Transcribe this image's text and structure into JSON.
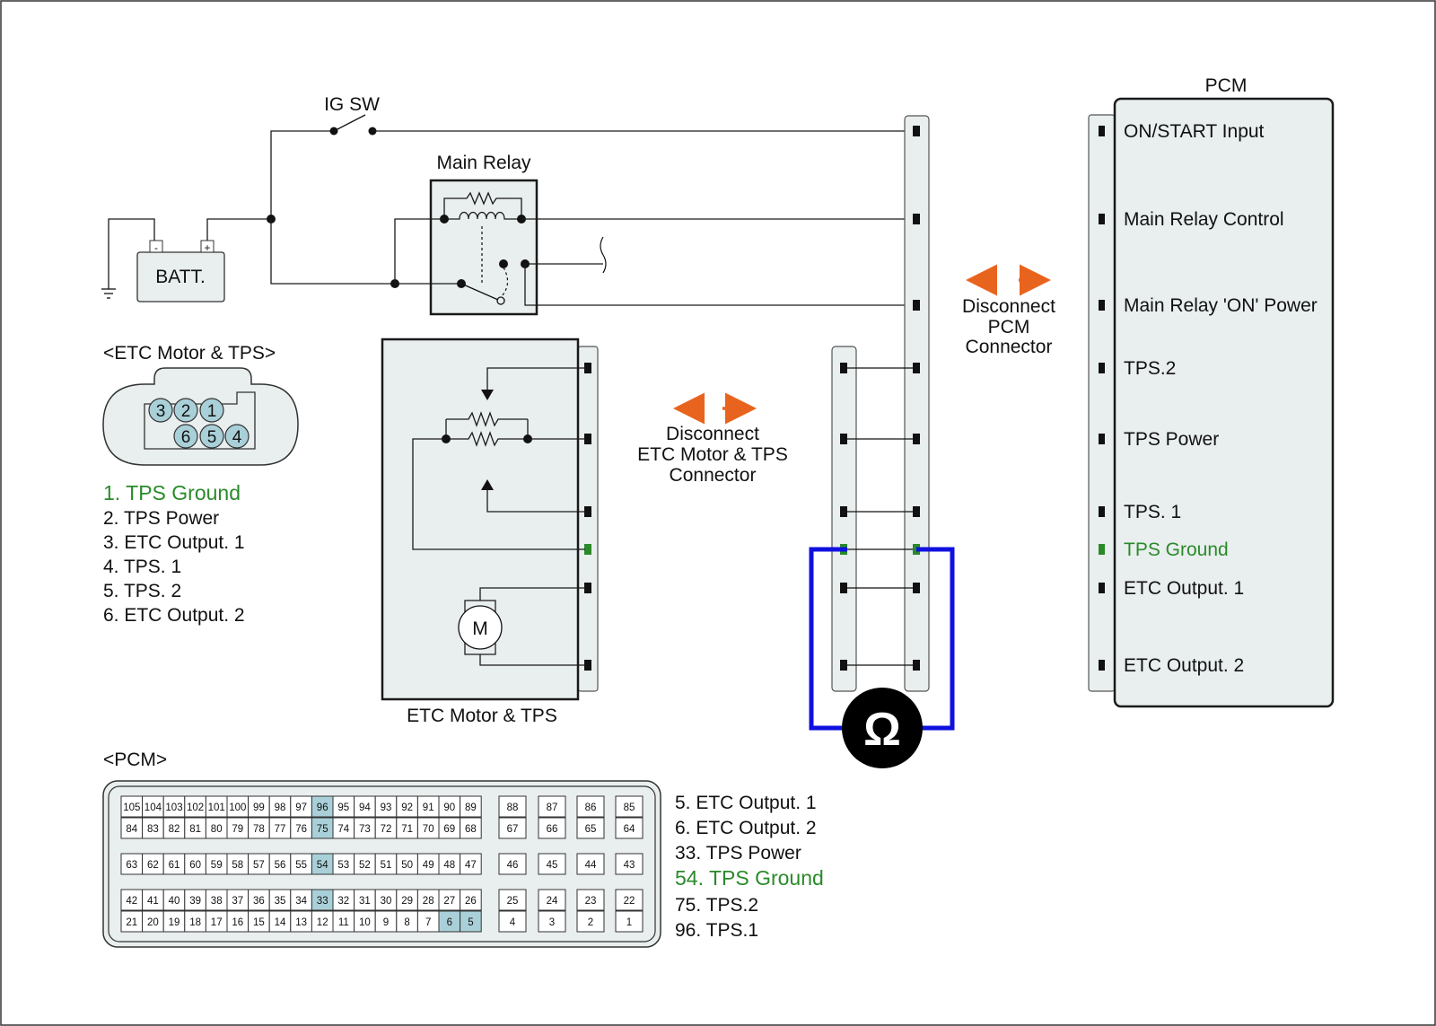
{
  "colors": {
    "panel_fill": "#e9eeee",
    "highlight_green": "#2a8a2a",
    "meter_wire_blue": "#1010e0",
    "arrow_orange": "#e8641e",
    "pin_highlight": "#a9d0d8"
  },
  "labels": {
    "ig_sw": "IG SW",
    "main_relay": "Main Relay",
    "batt": "BATT.",
    "batt_minus": "-",
    "batt_plus": "+",
    "pcm_title": "PCM",
    "etc_box_label": "ETC Motor & TPS",
    "motor_symbol": "M",
    "ohm_symbol": "Ω",
    "disconnect_pcm": [
      "Disconnect",
      "PCM",
      "Connector"
    ],
    "disconnect_etc": [
      "Disconnect",
      "ETC Motor & TPS",
      "Connector"
    ]
  },
  "pcm_terminals": [
    {
      "label": "ON/START Input",
      "highlight": false
    },
    {
      "label": "Main Relay Control",
      "highlight": false
    },
    {
      "label": "Main Relay 'ON' Power",
      "highlight": false
    },
    {
      "label": "TPS.2",
      "highlight": false
    },
    {
      "label": "TPS Power",
      "highlight": false
    },
    {
      "label": "TPS. 1",
      "highlight": false
    },
    {
      "label": "TPS Ground",
      "highlight": true
    },
    {
      "label": "ETC Output. 1",
      "highlight": false
    },
    {
      "label": "ETC Output. 2",
      "highlight": false
    }
  ],
  "etc_connector": {
    "title": "<ETC Motor & TPS>",
    "pins_top": [
      "3",
      "2",
      "1"
    ],
    "pins_bottom": [
      "6",
      "5",
      "4"
    ],
    "legend": [
      {
        "text": "1. TPS Ground",
        "highlight": true
      },
      {
        "text": "2. TPS Power",
        "highlight": false
      },
      {
        "text": "3. ETC Output. 1",
        "highlight": false
      },
      {
        "text": "4. TPS. 1",
        "highlight": false
      },
      {
        "text": "5. TPS. 2",
        "highlight": false
      },
      {
        "text": "6. ETC Output. 2",
        "highlight": false
      }
    ]
  },
  "pcm_connector": {
    "title": "<PCM>",
    "rows": [
      {
        "main": [
          "105",
          "104",
          "103",
          "102",
          "101",
          "100",
          "99",
          "98",
          "97",
          "96",
          "95",
          "94",
          "93",
          "92",
          "91",
          "90",
          "89"
        ],
        "side": [
          "88",
          "87",
          "86",
          "85"
        ]
      },
      {
        "main": [
          "84",
          "83",
          "82",
          "81",
          "80",
          "79",
          "78",
          "77",
          "76",
          "75",
          "74",
          "73",
          "72",
          "71",
          "70",
          "69",
          "68"
        ],
        "side": [
          "67",
          "66",
          "65",
          "64"
        ]
      },
      {
        "main": [
          "63",
          "62",
          "61",
          "60",
          "59",
          "58",
          "57",
          "56",
          "55",
          "54",
          "53",
          "52",
          "51",
          "50",
          "49",
          "48",
          "47"
        ],
        "side": [
          "46",
          "45",
          "44",
          "43"
        ]
      },
      {
        "main": [
          "42",
          "41",
          "40",
          "39",
          "38",
          "37",
          "36",
          "35",
          "34",
          "33",
          "32",
          "31",
          "30",
          "29",
          "28",
          "27",
          "26"
        ],
        "side": [
          "25",
          "24",
          "23",
          "22"
        ]
      },
      {
        "main": [
          "21",
          "20",
          "19",
          "18",
          "17",
          "16",
          "15",
          "14",
          "13",
          "12",
          "11",
          "10",
          "9",
          "8",
          "7",
          "6",
          "5"
        ],
        "side": [
          "4",
          "3",
          "2",
          "1"
        ]
      }
    ],
    "highlighted_pins": [
      "96",
      "75",
      "54",
      "33",
      "6",
      "5"
    ],
    "legend": [
      {
        "text": "5. ETC Output. 1",
        "highlight": false
      },
      {
        "text": "6. ETC Output. 2",
        "highlight": false
      },
      {
        "text": "33. TPS Power",
        "highlight": false
      },
      {
        "text": "54. TPS Ground",
        "highlight": true
      },
      {
        "text": "75. TPS.2",
        "highlight": false
      },
      {
        "text": "96. TPS.1",
        "highlight": false
      }
    ]
  }
}
